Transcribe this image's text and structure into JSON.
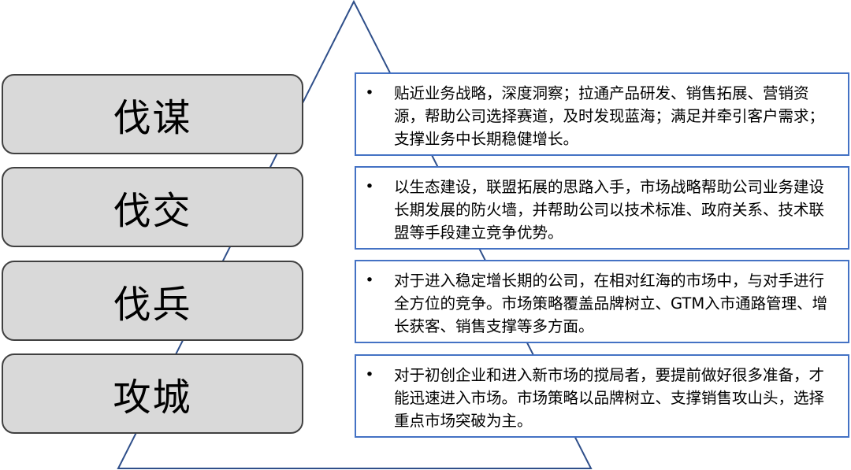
{
  "colors": {
    "triangle_stroke": "#2f4f8a",
    "label_fill": "#d9d9d9",
    "label_border": "#404040",
    "desc_border": "#4472c4"
  },
  "bullet_symbol": "•",
  "levels": [
    {
      "label": "伐谋",
      "description": "贴近业务战略，深度洞察；拉通产品研发、销售拓展、营销资源，帮助公司选择赛道，及时发现蓝海；满足并牵引客户需求；支撑业务中长期稳健增长。"
    },
    {
      "label": "伐交",
      "description": "以生态建设，联盟拓展的思路入手，市场战略帮助公司业务建设长期发展的防火墙，并帮助公司以技术标准、政府关系、技术联盟等手段建立竞争优势。"
    },
    {
      "label": "伐兵",
      "description": "对于进入稳定增长期的公司，在相对红海的市场中，与对手进行全方位的竞争。市场策略覆盖品牌树立、GTM入市通路管理、增长获客、销售支撑等多方面。"
    },
    {
      "label": "攻城",
      "description": "对于初创企业和进入新市场的搅局者，要提前做好很多准备，才能迅速进入市场。市场策略以品牌树立、支撑销售攻山头，选择重点市场突破为主。"
    }
  ]
}
